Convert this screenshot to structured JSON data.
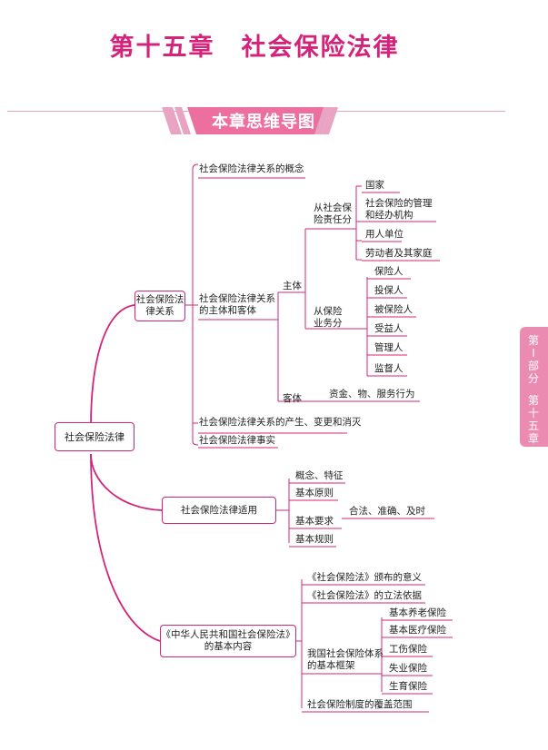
{
  "title": "第十五章　社会保险法律",
  "banner": "本章思维导图",
  "side_tab": [
    "第",
    "Ⅰ",
    "部",
    "分",
    "",
    "第",
    "十",
    "五",
    "章"
  ],
  "root": "社会保险法律",
  "branch1": {
    "label": "社会保险法律关系",
    "concept": "社会保险法律关系的概念",
    "subject_object": "社会保险法律关系的主体和客体",
    "subject": "主体",
    "resp_group": "从社会保险责任分",
    "resp_items": [
      "国家",
      "社会保险的管理和经办机构",
      "用人单位",
      "劳动者及其家庭"
    ],
    "biz_group": "从保险业务分",
    "biz_items": [
      "保险人",
      "投保人",
      "被保险人",
      "受益人",
      "管理人",
      "监督人"
    ],
    "object": "客体",
    "object_value": "资金、物、服务行为",
    "change": "社会保险法律关系的产生、变更和消灭",
    "fact": "社会保险法律事实"
  },
  "branch2": {
    "label": "社会保险法律适用",
    "items": [
      "概念、特征",
      "基本原则",
      "基本要求",
      "基本规则"
    ],
    "requirement_value": "合法、准确、及时"
  },
  "branch3": {
    "label": "《中华人民共和国社会保险法》的基本内容",
    "significance": "《社会保险法》颁布的意义",
    "basis": "《社会保险法》的立法依据",
    "framework": "我国社会保险体系的基本框架",
    "framework_items": [
      "基本养老保险",
      "基本医疗保险",
      "工伤保险",
      "失业保险",
      "生育保险"
    ],
    "coverage": "社会保险制度的覆盖范围"
  },
  "colors": {
    "accent": "#d4237a",
    "tab": "#ec8bb2"
  }
}
